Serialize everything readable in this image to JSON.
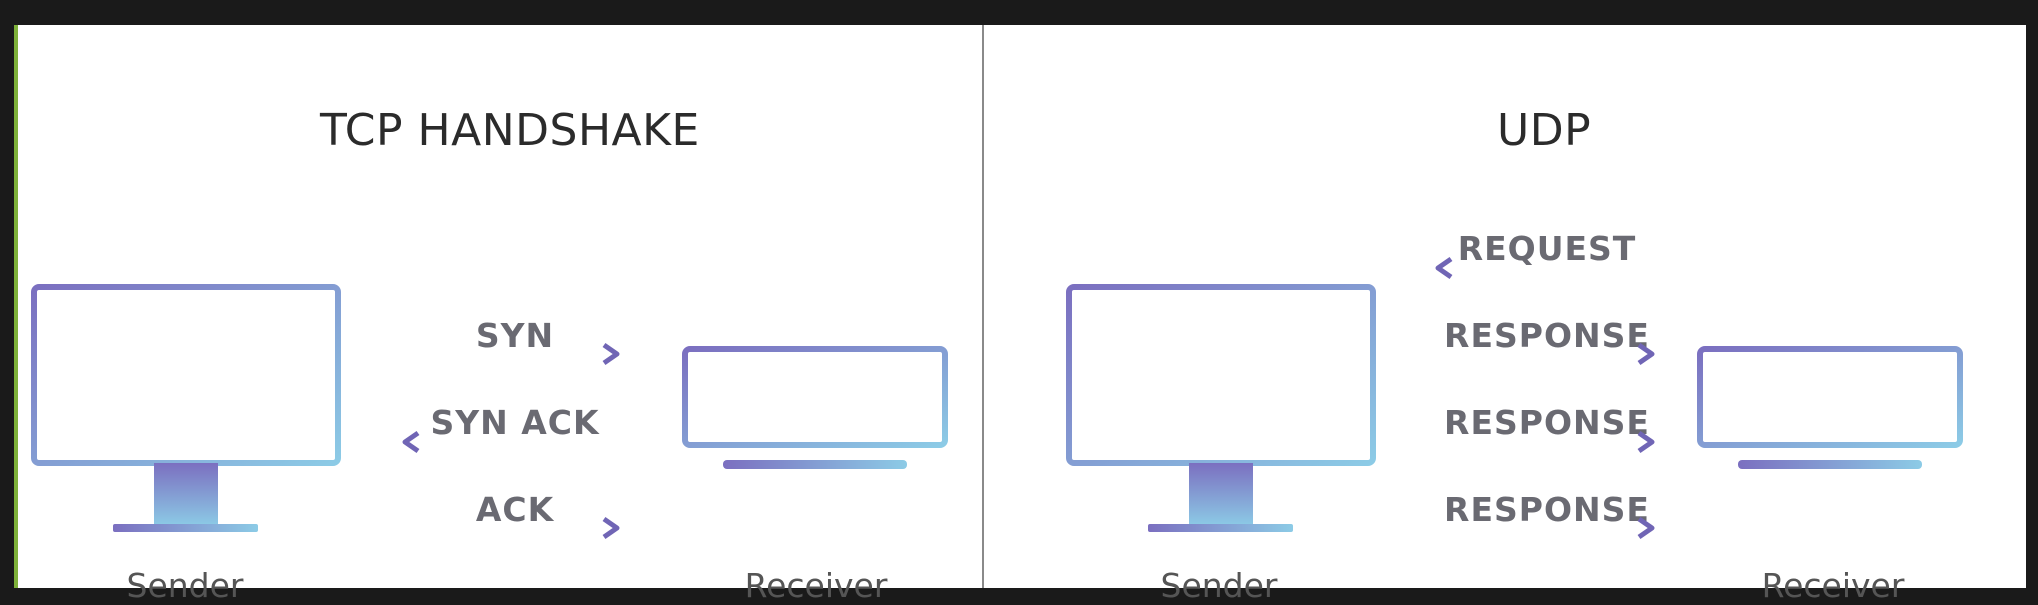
{
  "tcp": {
    "title": "TCP HANDSHAKE",
    "messages": [
      "SYN",
      "SYN ACK",
      "ACK"
    ],
    "sender_label": "Sender",
    "receiver_label": "Receiver"
  },
  "udp": {
    "title": "UDP",
    "messages": [
      "REQUEST",
      "RESPONSE",
      "RESPONSE",
      "RESPONSE"
    ],
    "sender_label": "Sender",
    "receiver_label": "Receiver"
  },
  "colors": {
    "arrow_start": "#a9c8e6",
    "arrow_end": "#7065b5",
    "monitor_start": "#7b6fc0",
    "monitor_end": "#8ccbe6",
    "accent_green": "#7fb13a"
  }
}
